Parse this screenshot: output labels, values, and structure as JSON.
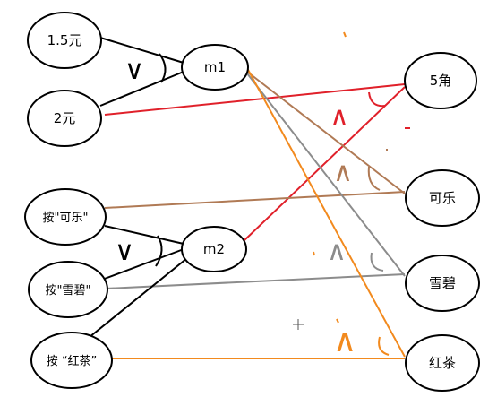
{
  "nodes": {
    "yuan15": "1.5元",
    "yuan2": "2元",
    "m1": "m1",
    "m2": "m2",
    "btn_cola": "按\"可乐\"",
    "btn_sprite": "按\"雪碧\"",
    "btn_tea": "按 “红茶”",
    "jiao5": "5角",
    "cola": "可乐",
    "sprite": "雪碧",
    "tea": "红茶"
  },
  "colors": {
    "black": "#000000",
    "red": "#e0202a",
    "brown": "#b07a55",
    "gray": "#8c8c8c",
    "orange": "#f28a1e"
  },
  "edges": [
    {
      "from": "yuan15",
      "to": "m1",
      "color": "black"
    },
    {
      "from": "yuan2",
      "to": "m1",
      "color": "black"
    },
    {
      "from": "yuan2",
      "to": "jiao5",
      "color": "red"
    },
    {
      "from": "m2",
      "to": "jiao5",
      "color": "red"
    },
    {
      "from": "m1",
      "to": "cola",
      "color": "brown"
    },
    {
      "from": "btn_cola",
      "to": "cola",
      "color": "brown"
    },
    {
      "from": "m1",
      "to": "sprite",
      "color": "gray"
    },
    {
      "from": "btn_sprite",
      "to": "sprite",
      "color": "gray"
    },
    {
      "from": "m1",
      "to": "tea",
      "color": "orange"
    },
    {
      "from": "btn_tea",
      "to": "tea",
      "color": "orange"
    },
    {
      "from": "btn_cola",
      "to": "m2",
      "color": "black"
    },
    {
      "from": "btn_sprite",
      "to": "m2",
      "color": "black"
    },
    {
      "from": "btn_tea",
      "to": "m2",
      "color": "black"
    }
  ],
  "operators": {
    "or_m1": "∨",
    "or_m2": "∨",
    "and_jiao5": "∧",
    "and_cola": "∧",
    "and_sprite": "∧",
    "and_tea": "∧"
  }
}
